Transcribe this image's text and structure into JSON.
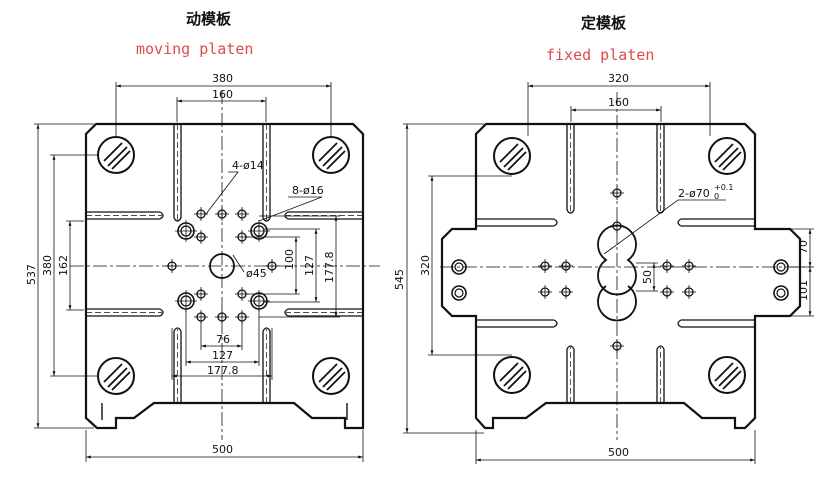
{
  "moving": {
    "title_cn": "动模板",
    "title_en": "moving platen",
    "dims": {
      "w380": "380",
      "w160": "160",
      "hole_4x14": "4-ø14",
      "hole_8x16": "8-ø16",
      "bore_45": "ø45",
      "h100": "100",
      "h127": "127",
      "h177": "177.8",
      "w76": "76",
      "w127": "127",
      "w177": "177.8",
      "w500": "500",
      "h537": "537",
      "h380": "380",
      "h162": "162"
    }
  },
  "fixed": {
    "title_cn": "定模板",
    "title_en": "fixed platen",
    "dims": {
      "w320": "320",
      "w160": "160",
      "hole_2x70": "2-ø70",
      "tol_upper": "+0.1",
      "tol_lower": "0",
      "h545": "545",
      "h320": "320",
      "v50": "50",
      "v70": "70",
      "v101": "101",
      "w500": "500"
    }
  }
}
